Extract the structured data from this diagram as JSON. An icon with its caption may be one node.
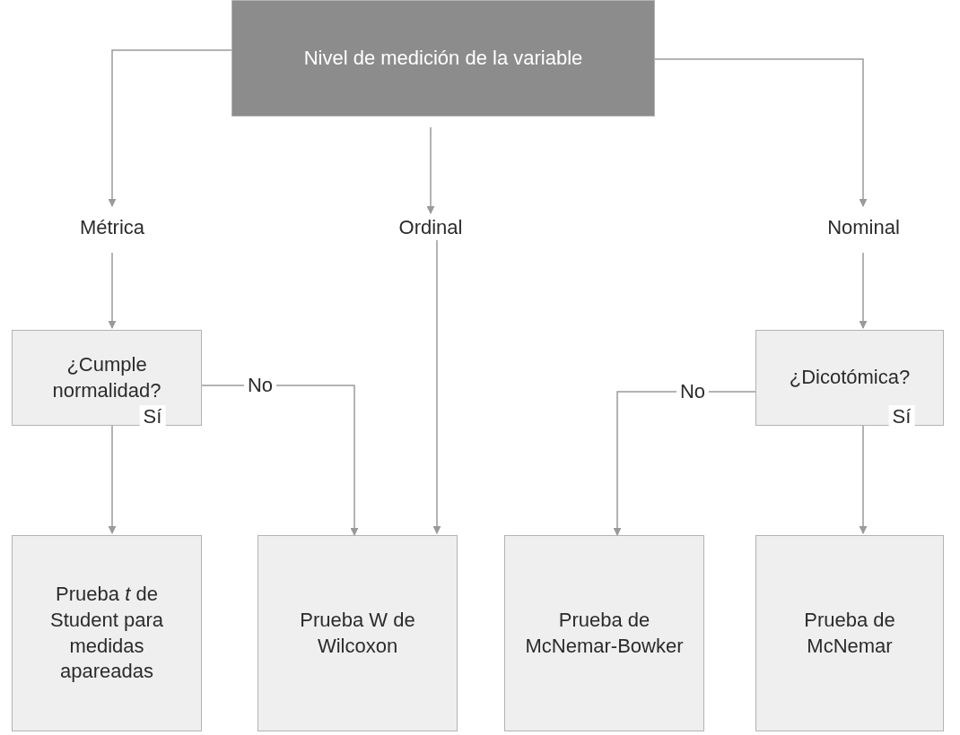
{
  "diagram": {
    "nodes": [
      {
        "text": [
          "Nivel de medición de la variable"
        ]
      },
      {
        "text": [
          "Métrica"
        ]
      },
      {
        "text": [
          "Ordinal"
        ]
      },
      {
        "text": [
          "Nominal"
        ]
      },
      {
        "text": [
          "¿Cumple normalidad?"
        ]
      },
      {
        "text": [
          "¿Dicotómica?"
        ]
      },
      {
        "text": [
          "Prueba *t* de Student para medidas apareadas"
        ]
      },
      {
        "text": [
          "Prueba W de Wilcoxon"
        ]
      },
      {
        "text": [
          "Prueba de McNemar-Bowker"
        ]
      },
      {
        "text": [
          "Prueba de McNemar"
        ]
      }
    ],
    "edges": [
      {
        "from": 0,
        "to": 1,
        "arrow": "to"
      },
      {
        "from": 0,
        "to": 2,
        "arrow": "to"
      },
      {
        "from": 0,
        "to": 3,
        "arrow": "to"
      },
      {
        "from": 1,
        "to": 4,
        "arrow": "to"
      },
      {
        "from": 2,
        "to": 7,
        "arrow": "to"
      },
      {
        "from": 3,
        "to": 5,
        "arrow": "to"
      },
      {
        "from": 4,
        "to": 6,
        "arrow": "to",
        "label": "Sí"
      },
      {
        "from": 4,
        "to": 7,
        "arrow": "to",
        "label": "No"
      },
      {
        "from": 5,
        "to": 8,
        "arrow": "to",
        "label": "No"
      },
      {
        "from": 5,
        "to": 9,
        "arrow": "to",
        "label": "Sí"
      }
    ]
  }
}
